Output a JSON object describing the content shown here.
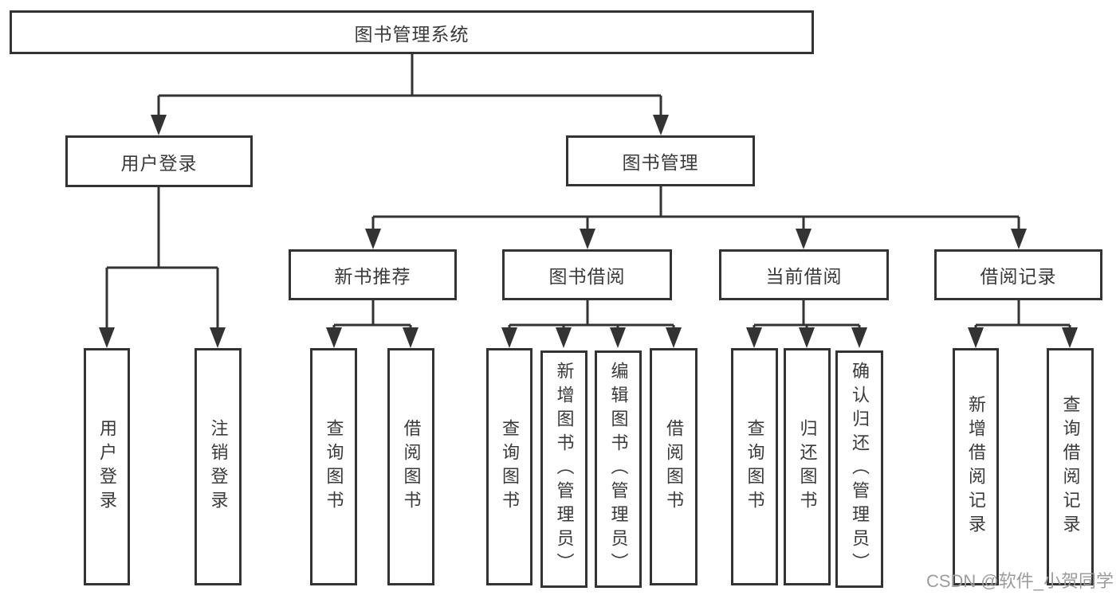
{
  "diagram": {
    "type": "hierarchy",
    "tree": {
      "label": "图书管理系统",
      "children": [
        {
          "label": "用户登录",
          "children": [
            {
              "label": "用户登录"
            },
            {
              "label": "注销登录"
            }
          ]
        },
        {
          "label": "图书管理",
          "children": [
            {
              "label": "新书推荐",
              "children": [
                {
                  "label": "查询图书"
                },
                {
                  "label": "借阅图书"
                }
              ]
            },
            {
              "label": "图书借阅",
              "children": [
                {
                  "label": "查询图书"
                },
                {
                  "label": "新增图书（管理员）"
                },
                {
                  "label": "编辑图书（管理员）"
                },
                {
                  "label": "借阅图书"
                }
              ]
            },
            {
              "label": "当前借阅",
              "children": [
                {
                  "label": "查询图书"
                },
                {
                  "label": "归还图书"
                },
                {
                  "label": "确认归还（管理员）"
                }
              ]
            },
            {
              "label": "借阅记录",
              "children": [
                {
                  "label": "新增借阅记录"
                },
                {
                  "label": "查询借阅记录"
                }
              ]
            }
          ]
        }
      ]
    }
  },
  "watermark": {
    "text": "CSDN @软件_小贺同学"
  },
  "colors": {
    "line": "#333333",
    "box_border": "#333333",
    "box_bg": "#ffffff",
    "text": "#3a3a3a",
    "watermark": "#9c9c9c",
    "background": "#ffffff"
  }
}
